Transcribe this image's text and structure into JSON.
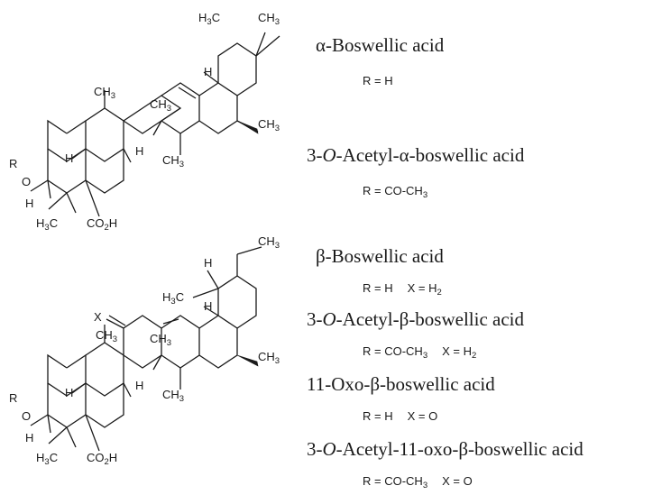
{
  "atoms": {
    "h3c": "H",
    "c3": "C",
    "three": "3",
    "ch3_c": "CH",
    "ch3_3": "3",
    "co2h_co": "CO",
    "co2h_2": "2",
    "co2h_h": "H",
    "h": "H",
    "r": "R",
    "o": "O",
    "x": "X"
  },
  "compounds": [
    {
      "name_pre": "α-Boswellic acid",
      "name_ital": "",
      "name_post": "",
      "r_label": "R = H",
      "r_sub": "",
      "x_label": "",
      "x_sub": ""
    },
    {
      "name_pre": "3-",
      "name_ital": "O",
      "name_post": "-Acetyl-α-boswellic acid",
      "r_label": "R = CO-CH",
      "r_sub": "3",
      "x_label": "",
      "x_sub": ""
    },
    {
      "name_pre": "β-Boswellic acid",
      "name_ital": "",
      "name_post": "",
      "r_label": "R = H",
      "r_sub": "",
      "x_label": "X = H",
      "x_sub": "2"
    },
    {
      "name_pre": "3-",
      "name_ital": "O",
      "name_post": "-Acetyl-β-boswellic acid",
      "r_label": "R = CO-CH",
      "r_sub": "3",
      "x_label": "X = H",
      "x_sub": "2"
    },
    {
      "name_pre": "11-Oxo-β-boswellic acid",
      "name_ital": "",
      "name_post": "",
      "r_label": "R = H",
      "r_sub": "",
      "x_label": "X = O",
      "x_sub": ""
    },
    {
      "name_pre": "3-",
      "name_ital": "O",
      "name_post": "-Acetyl-11-oxo-β-boswellic acid",
      "r_label": "R = CO-CH",
      "r_sub": "3",
      "x_label": "X = O",
      "x_sub": ""
    }
  ]
}
